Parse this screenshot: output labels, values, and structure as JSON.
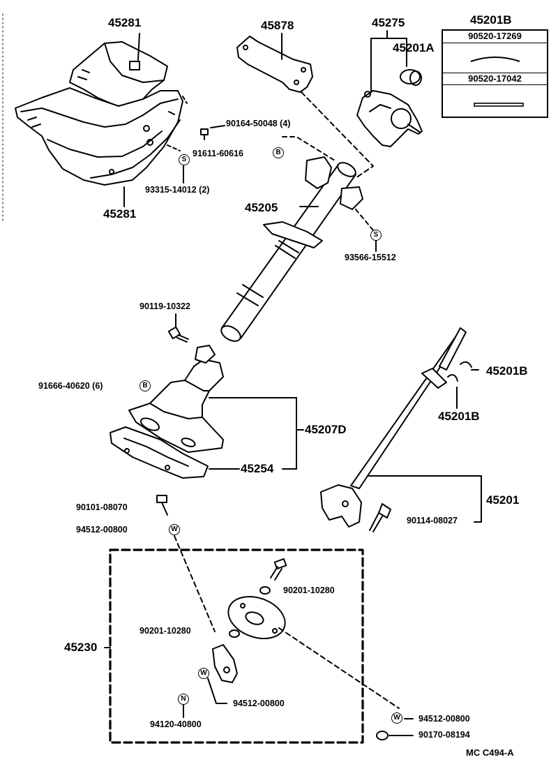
{
  "diagram": {
    "labels": {
      "p45281_top": "45281",
      "p45281_bottom": "45281",
      "p45878": "45878",
      "p45275": "45275",
      "p45201A": "45201A",
      "p45201B_inset": "45201B",
      "p90520_17269": "90520-17269",
      "p90520_17042": "90520-17042",
      "p90164_50048": "90164-50048 (4)",
      "p91611_60616": "91611-60616",
      "p93315_14012": "93315-14012 (2)",
      "p45205": "45205",
      "p93566_15512": "93566-15512",
      "p90119_10322": "90119-10322",
      "p91666_40620": "91666-40620 (6)",
      "p45207D": "45207D",
      "p45254": "45254",
      "p45201B_a": "45201B",
      "p45201B_b": "45201B",
      "p45201": "45201",
      "p90114_08027": "90114-08027",
      "p90101_08070": "90101-08070",
      "p94512_00800_a": "94512-00800",
      "p90201_10280_a": "90201-10280",
      "p90201_10280_b": "90201-10280",
      "p45230": "45230",
      "p94512_00800_b": "94512-00800",
      "p94120_40800": "94120-40800",
      "p94512_00800_c": "94512-00800",
      "p90170_08194": "90170-08194",
      "code": "MC  C494-A"
    },
    "badges": {
      "b": "B",
      "s": "S",
      "w": "W",
      "n": "N"
    }
  }
}
